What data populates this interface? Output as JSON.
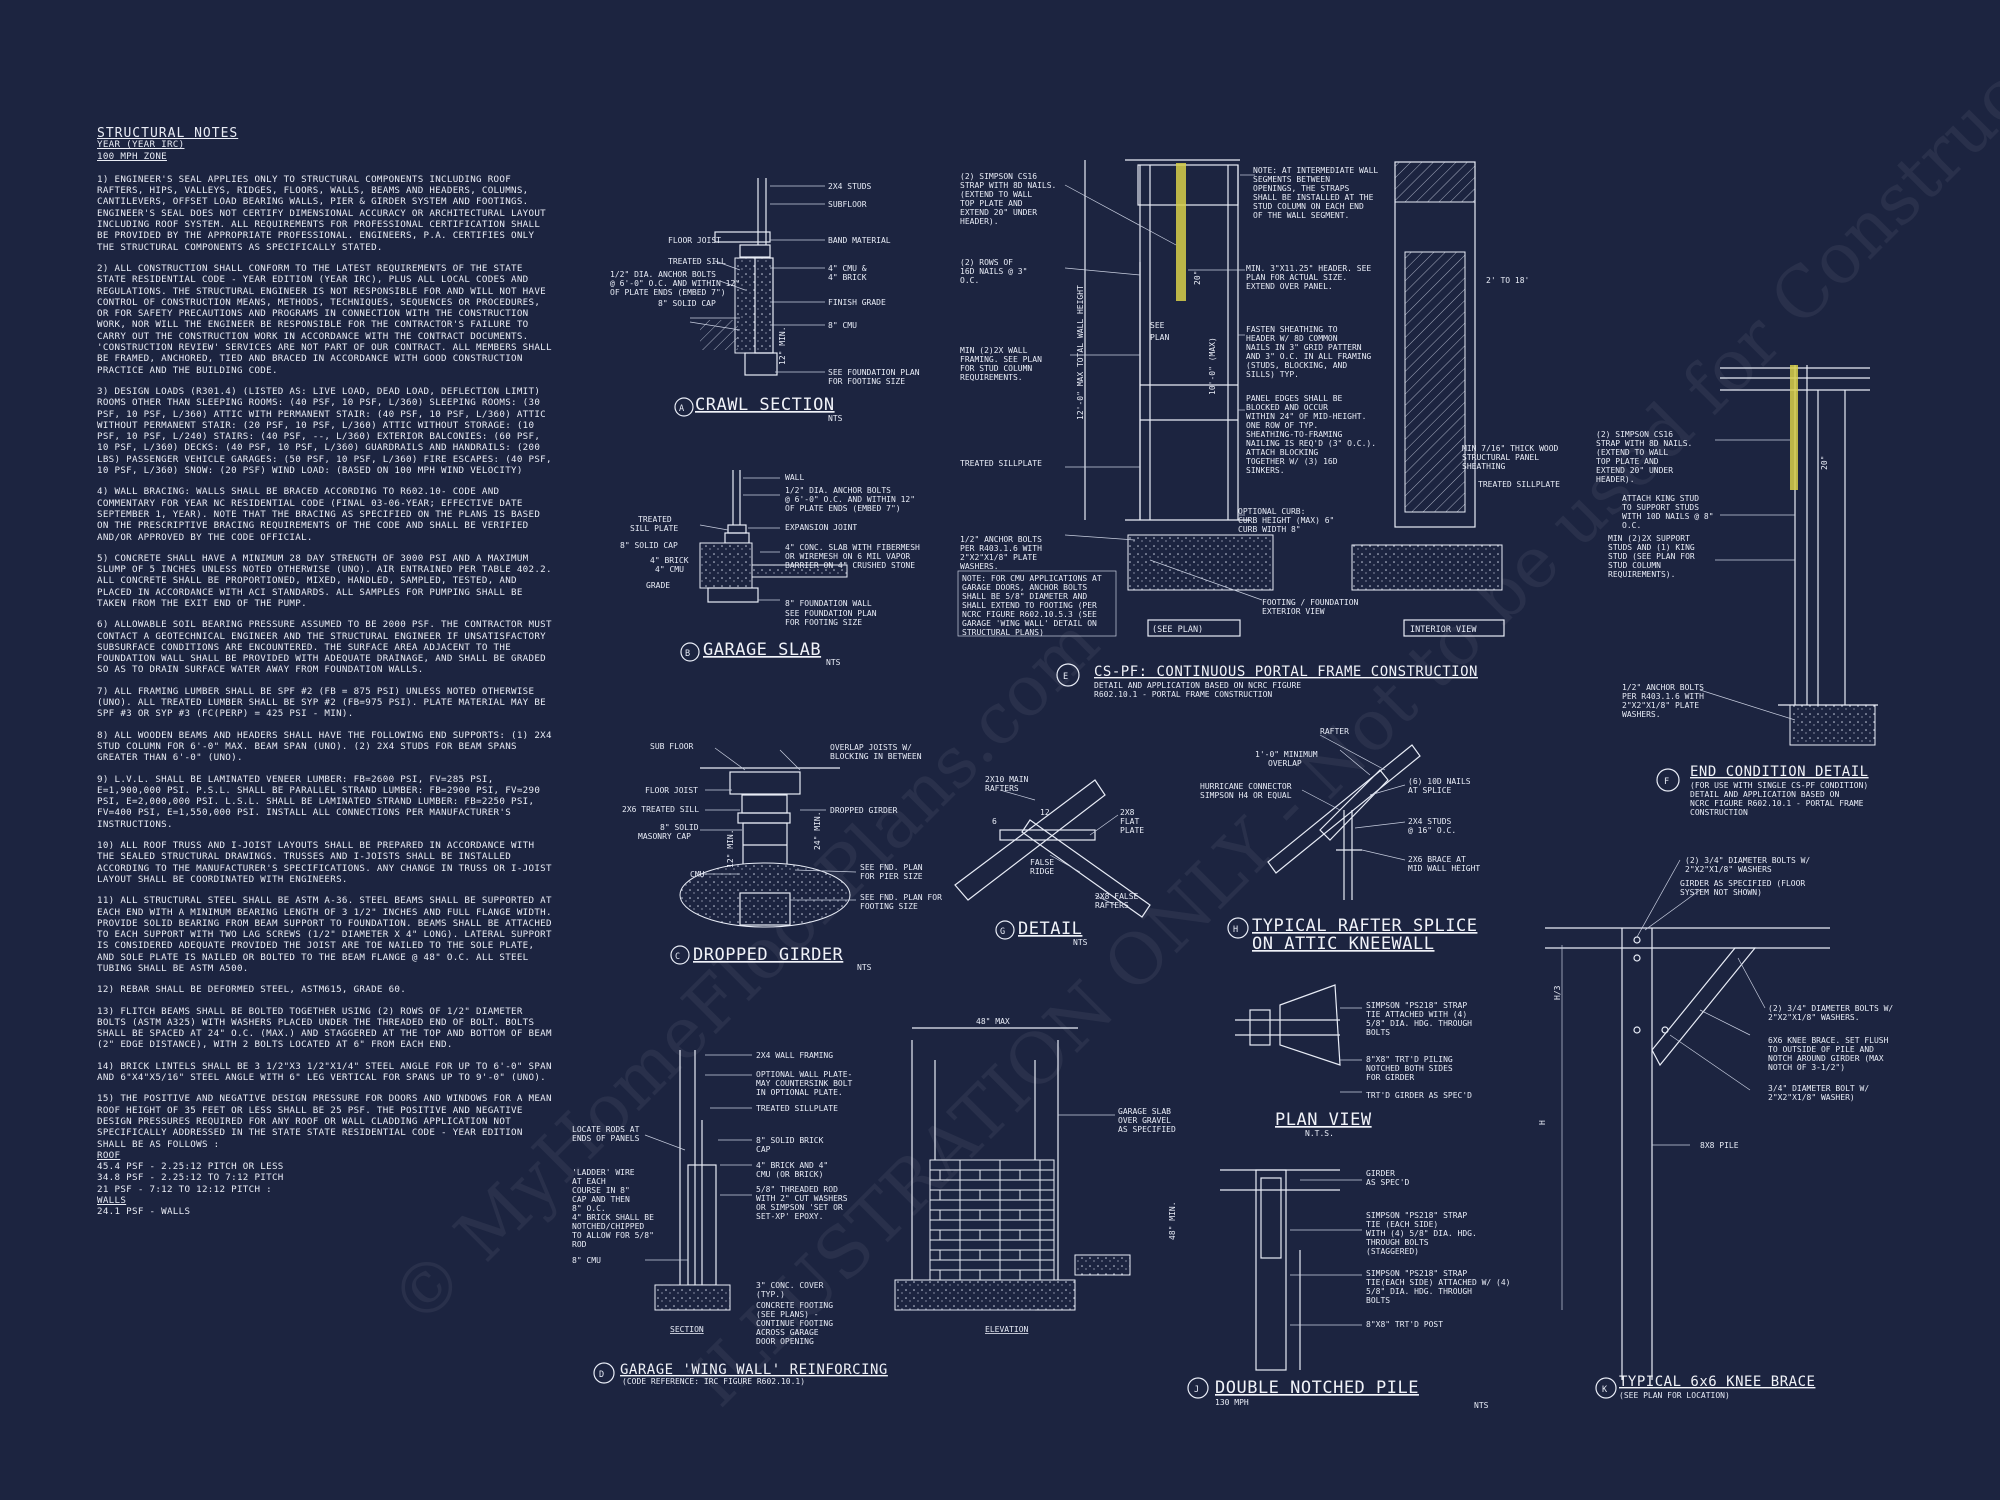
{
  "notes": {
    "title": "STRUCTURAL NOTES",
    "sub1": "YEAR (YEAR IRC)",
    "sub2": "100 mph ZONE",
    "paragraphs": [
      "1) ENGINEER'S SEAL APPLIES ONLY TO STRUCTURAL COMPONENTS INCLUDING ROOF RAFTERS, HIPS, VALLEYS, RIDGES, FLOORS, WALLS, BEAMS AND HEADERS, COLUMNS, CANTILEVERS, OFFSET LOAD BEARING WALLS, PIER & GIRDER SYSTEM AND FOOTINGS. ENGINEER'S SEAL DOES NOT CERTIFY DIMENSIONAL ACCURACY OR ARCHITECTURAL LAYOUT INCLUDING ROOF SYSTEM. ALL REQUIREMENTS FOR PROFESSIONAL CERTIFICATION SHALL BE PROVIDED BY THE APPROPRIATE PROFESSIONAL. ENGINEERS, P.A. CERTIFIES ONLY THE STRUCTURAL COMPONENTS AS SPECIFICALLY STATED.",
      "2) ALL CONSTRUCTION SHALL CONFORM TO THE LATEST REQUIREMENTS OF THE STATE STATE RESIDENTIAL CODE - YEAR EDITION (YEAR IRC), PLUS ALL LOCAL CODES AND REGULATIONS. THE STRUCTURAL ENGINEER IS NOT RESPONSIBLE FOR AND WILL NOT HAVE CONTROL OF CONSTRUCTION MEANS, METHODS, TECHNIQUES, SEQUENCES OR PROCEDURES, OR FOR SAFETY PRECAUTIONS AND PROGRAMS IN CONNECTION WITH THE CONSTRUCTION WORK, NOR WILL THE ENGINEER BE RESPONSIBLE FOR THE CONTRACTOR'S FAILURE TO CARRY OUT THE CONSTRUCTION WORK IN ACCORDANCE WITH THE CONTRACT DOCUMENTS. 'CONSTRUCTION REVIEW' SERVICES ARE NOT PART OF OUR CONTRACT. ALL MEMBERS SHALL BE FRAMED, ANCHORED, TIED AND BRACED IN ACCORDANCE WITH GOOD CONSTRUCTION PRACTICE AND THE BUILDING CODE.",
      "3) DESIGN LOADS (R301.4) (LISTED AS: LIVE LOAD, DEAD LOAD, DEFLECTION LIMIT) ROOMS OTHER THAN SLEEPING ROOMS: (40 PSF, 10 PSF, L/360) SLEEPING ROOMS: (30 PSF, 10 PSF, L/360) ATTIC WITH PERMANENT STAIR: (40 PSF, 10 PSF, L/360) ATTIC WITHOUT PERMANENT STAIR: (20 PSF, 10 PSF, L/360) ATTIC WITHOUT STORAGE: (10 PSF, 10 PSF, L/240) STAIRS: (40 PSF, --, L/360) EXTERIOR BALCONIES: (60 PSF, 10 PSF, L/360) DECKS: (40 PSF, 10 PSF, L/360) GUARDRAILS AND HANDRAILS: (200 LBS) PASSENGER VEHICLE GARAGES: (50 PSF, 10 PSF, L/360) FIRE ESCAPES: (40 PSF, 10 PSF, L/360) SNOW: (20 PSF) WIND LOAD: (BASED ON 100 MPH WIND VELOCITY)",
      "4) WALL BRACING: WALLS SHALL BE BRACED ACCORDING TO R602.10- CODE AND COMMENTARY FOR YEAR NC RESIDENTIAL CODE (FINAL 03-06-YEAR; EFFECTIVE DATE SEPTEMBER 1, YEAR). NOTE THAT THE BRACING AS SPECIFIED ON THE PLANS IS BASED ON THE PRESCRIPTIVE BRACING REQUIREMENTS OF THE CODE AND SHALL BE VERIFIED AND/OR APPROVED BY THE CODE OFFICIAL.",
      "5) CONCRETE SHALL HAVE A MINIMUM 28 DAY STRENGTH OF 3000 PSI AND A MAXIMUM SLUMP OF 5 INCHES UNLESS NOTED OTHERWISE (UNO). AIR ENTRAINED PER TABLE 402.2. ALL CONCRETE SHALL BE PROPORTIONED, MIXED, HANDLED, SAMPLED, TESTED, AND PLACED IN ACCORDANCE WITH ACI STANDARDS. ALL SAMPLES FOR PUMPING SHALL BE TAKEN FROM THE EXIT END OF THE PUMP.",
      "6) ALLOWABLE SOIL BEARING PRESSURE ASSUMED TO BE 2000 PSF. THE CONTRACTOR MUST CONTACT A GEOTECHNICAL ENGINEER AND THE STRUCTURAL ENGINEER IF UNSATISFACTORY SUBSURFACE CONDITIONS ARE ENCOUNTERED. THE SURFACE AREA ADJACENT TO THE FOUNDATION WALL SHALL BE PROVIDED WITH ADEQUATE DRAINAGE, AND SHALL BE GRADED SO AS TO DRAIN SURFACE WATER AWAY FROM FOUNDATION WALLS.",
      "7) ALL FRAMING LUMBER SHALL BE SPF #2 (Fb = 875 PSI) UNLESS NOTED OTHERWISE (UNO). ALL TREATED LUMBER SHALL BE SYP #2 (Fb=975 PSI). PLATE MATERIAL MAY BE SPF #3 OR SYP #3 (Fc(perp) = 425 PSI - MIN).",
      "8) ALL WOODEN BEAMS AND HEADERS SHALL HAVE THE FOLLOWING END SUPPORTS: (1) 2x4 STUD COLUMN FOR 6'-0\" MAX. BEAM SPAN (UNO). (2) 2X4 STUDS FOR BEAM SPANS GREATER THAN 6'-0\" (UNO).",
      "9) L.V.L. SHALL BE LAMINATED VENEER LUMBER: Fb=2600 PSI, Fv=285 PSI, E=1,900,000 PSI. P.S.L. SHALL BE PARALLEL STRAND LUMBER: Fb=2900 PSI, Fv=290 PSI, E=2,000,000 PSI. L.S.L. SHALL BE LAMINATED STRAND LUMBER: Fb=2250 PSI, Fv=400 PSI, E=1,550,000 PSI. INSTALL ALL CONNECTIONS PER MANUFACTURER'S INSTRUCTIONS.",
      "10) ALL ROOF TRUSS AND I-JOIST LAYOUTS SHALL BE PREPARED IN ACCORDANCE WITH THE SEALED STRUCTURAL DRAWINGS. TRUSSES AND I-JOISTS SHALL BE INSTALLED ACCORDING TO THE MANUFACTURER'S SPECIFICATIONS. ANY CHANGE IN TRUSS OR I-JOIST LAYOUT SHALL BE COORDINATED WITH ENGINEERS.",
      "11) ALL STRUCTURAL STEEL SHALL BE ASTM A-36. STEEL BEAMS SHALL BE SUPPORTED AT EACH END WITH A MINIMUM BEARING LENGTH OF 3 1/2\" INCHES AND FULL FLANGE WIDTH. PROVIDE SOLID BEARING FROM BEAM SUPPORT TO FOUNDATION. BEAMS SHALL BE ATTACHED TO EACH SUPPORT WITH TWO LAG SCREWS (1/2\" DIAMETER x 4\" LONG). LATERAL SUPPORT IS CONSIDERED ADEQUATE PROVIDED THE JOIST ARE TOE NAILED TO THE SOLE PLATE, AND SOLE PLATE IS NAILED OR BOLTED TO THE BEAM FLANGE @ 48\" O.C. ALL STEEL TUBING SHALL BE ASTM A500.",
      "12) REBAR SHALL BE DEFORMED STEEL, ASTM615, GRADE 60.",
      "13) FLITCH BEAMS SHALL BE BOLTED TOGETHER USING (2) ROWS OF 1/2\" DIAMETER BOLTS (ASTM A325) WITH WASHERS PLACED UNDER THE THREADED END OF BOLT. BOLTS SHALL BE SPACED AT 24\" O.C. (MAX.) AND STAGGERED AT THE TOP AND BOTTOM OF BEAM (2\" EDGE DISTANCE), WITH 2 BOLTS LOCATED AT 6\" FROM EACH END.",
      "14) BRICK LINTELS SHALL BE 3 1/2\"x3 1/2\"x1/4\" STEEL ANGLE FOR UP TO 6'-0\" SPAN AND 6\"x4\"x5/16\" STEEL ANGLE WITH 6\" LEG VERTICAL FOR SPANS UP TO 9'-0\" (UNO).",
      "15) THE POSITIVE AND NEGATIVE DESIGN PRESSURE FOR DOORS AND WINDOWS FOR A MEAN ROOF HEIGHT OF 35 FEET OR LESS SHALL BE 25 PSF. THE POSITIVE AND NEGATIVE DESIGN PRESSURES REQUIRED FOR ANY ROOF OR WALL CLADDING APPLICATION NOT SPECIFICALLY ADDRESSED IN THE STATE STATE RESIDENTIAL CODE - YEAR EDITION SHALL BE AS FOLLOWS :"
    ],
    "roof_label": "ROOF",
    "roof_lines": [
      "45.4 PSF - 2.25:12 PITCH OR LESS",
      "34.8 PSF - 2.25:12 TO 7:12 PITCH",
      "21 PSF - 7:12 TO 12:12 PITCH :"
    ],
    "walls_label": "WALLS",
    "walls_lines": [
      "24.1 PSF - WALLS"
    ]
  },
  "details": {
    "A": {
      "letter": "A",
      "title": "CRAWL SECTION",
      "scale": "NTS",
      "labels": [
        "2x4 STUDS",
        "SUBFLOOR",
        "FLOOR JOIST",
        "BAND MATERIAL",
        "TREATED SILL",
        "1/2\" DIA. ANCHOR BOLTS",
        "@ 6'-0\" O.C. AND WITHIN 12\"",
        "OF PLATE ENDS (EMBED 7\")",
        "4\" CMU &",
        "4\" BRICK",
        "8\" SOLID CAP",
        "FINISH GRADE",
        "8\" CMU",
        "12\" MIN.",
        "SEE FOUNDATION PLAN",
        "FOR FOOTING SIZE"
      ]
    },
    "B": {
      "letter": "B",
      "title": "GARAGE SLAB",
      "scale": "NTS",
      "labels": [
        "WALL",
        "1/2\" DIA. ANCHOR BOLTS",
        "@ 6'-0\" O.C. AND WITHIN 12\"",
        "OF PLATE ENDS (EMBED 7\")",
        "TREATED",
        "SILL PLATE",
        "EXPANSION JOINT",
        "8\" SOLID CAP",
        "4\" CONC. SLAB WITH FIBERMESH",
        "OR WIREMESH ON 6 MIL VAPOR",
        "BARRIER ON 4\" CRUSHED STONE",
        "4\" BRICK",
        "4\" CMU",
        "GRADE",
        "8\" FOUNDATION WALL",
        "SEE FOUNDATION PLAN",
        "FOR FOOTING SIZE"
      ]
    },
    "C": {
      "letter": "C",
      "title": "DROPPED GIRDER",
      "scale": "NTS",
      "labels": [
        "SUB FLOOR",
        "OVERLAP JOISTS W/",
        "BLOCKING IN BETWEEN",
        "FLOOR JOIST",
        "2x6 TREATED SILL",
        "DROPPED GIRDER",
        "8\" SOLID",
        "MASONRY CAP",
        "24\" MIN.",
        "12\" MIN.",
        "CMU",
        "SEE FND. PLAN",
        "FOR PIER SIZE",
        "SEE FND. PLAN FOR",
        "FOOTING SIZE"
      ]
    },
    "D": {
      "letter": "D",
      "title": "GARAGE 'WING WALL' REINFORCING",
      "sub": "(CODE REFERENCE: IRC FIGURE R602.10.1)",
      "labels": [
        "2x4 WALL FRAMING",
        "48\" MAX",
        "OPTIONAL WALL PLATE-",
        "MAY COUNTERSINK BOLT",
        "IN OPTIONAL PLATE.",
        "TREATED SILLPLATE",
        "GARAGE SLAB",
        "OVER GRAVEL",
        "AS SPECIFIED",
        "LOCATE RODS AT",
        "ENDS OF PANELS",
        "8\" SOLID BRICK",
        "CAP",
        "4\" BRICK AND 4\"",
        "CMU (OR BRICK)",
        "'LADDER' WIRE",
        "AT EACH",
        "COURSE IN 8\"",
        "CAP AND THEN",
        "8\" O.C.",
        "5/8\" THREADED ROD",
        "WITH 2\" CUT WASHERS",
        "OR SIMPSON 'SET OR",
        "SET-XP' EPOXY.",
        "4\" BRICK SHALL BE",
        "NOTCHED/CHIPPED",
        "TO ALLOW FOR 5/8\"",
        "ROD",
        "8\" CMU",
        "48\" MIN.",
        "3\" CONC. COVER",
        "(TYP.)",
        "CONCRETE FOOTING",
        "(SEE PLANS) -",
        "CONTINUE FOOTING",
        "ACROSS GARAGE",
        "DOOR OPENING",
        "SECTION",
        "ELEVATION"
      ]
    },
    "E": {
      "letter": "E",
      "title": "CS-PF: CONTINUOUS PORTAL FRAME CONSTRUCTION",
      "sub1": "DETAIL AND APPLICATION BASED ON NCRC FIGURE",
      "sub2": "R602.10.1 - PORTAL FRAME CONSTRUCTION",
      "labels": [
        "(2) SIMPSON CS16",
        "STRAP WITH 8d NAILS.",
        "(EXTEND TO WALL",
        "TOP PLATE AND",
        "EXTEND 20\" UNDER",
        "HEADER).",
        "(2) ROWS OF",
        "16d NAILS @ 3\"",
        "O.C.",
        "MIN (2)2X WALL",
        "FRAMING. SEE PLAN",
        "FOR STUD COLUMN",
        "REQUIREMENTS.",
        "TREATED SILLPLATE",
        "1/2\" ANCHOR BOLTS",
        "PER R403.1.6 WITH",
        "2\"x2\"x1/8\" PLATE",
        "WASHERS.",
        "NOTE: FOR CMU APPLICATIONS AT",
        "GARAGE DOORS, ANCHOR BOLTS",
        "SHALL BE 5/8\" DIAMETER AND",
        "SHALL EXTEND TO FOOTING (PER",
        "NCRC FIGURE R602.10.5.3 (SEE",
        "GARAGE 'WING WALL' DETAIL ON",
        "STRUCTURAL PLANS)",
        "12'-0\" MAX TOTAL WALL HEIGHT",
        "10'-0\" (MAX)",
        "SEE",
        "PLAN",
        "20\"",
        "NOTE: AT INTERMEDIATE WALL",
        "SEGMENTS BETWEEN",
        "OPENINGS, THE STRAPS",
        "SHALL BE INSTALLED AT THE",
        "STUD COLUMN ON EACH END",
        "OF THE WALL SEGMENT.",
        "MIN. 3\"x11.25\" HEADER. SEE",
        "PLAN FOR ACTUAL SIZE.",
        "EXTEND OVER PANEL.",
        "2' TO 18'",
        "FASTEN SHEATHING TO",
        "HEADER W/ 8d COMMON",
        "NAILS IN 3\" GRID PATTERN",
        "AND 3\" O.C. IN ALL FRAMING",
        "(STUDS, BLOCKING, AND",
        "SILLS) TYP.",
        "PANEL EDGES SHALL BE",
        "BLOCKED AND OCCUR",
        "WITHIN 24\" OF MID-HEIGHT.",
        "ONE ROW OF TYP.",
        "SHEATHING-TO-FRAMING",
        "NAILING IS REQ'D (3\" O.C.).",
        "ATTACH BLOCKING",
        "TOGETHER W/ (3) 16d",
        "SINKERS.",
        "MIN 7/16\" THICK WOOD",
        "STRUCTURAL PANEL",
        "SHEATHING",
        "TREATED SILLPLATE",
        "OPTIONAL CURB:",
        "CURB HEIGHT (MAX) 6\"",
        "CURB WIDTH 8\"",
        "FOOTING / FOUNDATION",
        "(SEE PLAN)",
        "INTERIOR VIEW",
        "EXTERIOR VIEW"
      ]
    },
    "F": {
      "letter": "F",
      "title": "END CONDITION DETAIL",
      "sub": [
        "(FOR USE WITH SINGLE CS-PF CONDITION)",
        "DETAIL AND APPLICATION BASED ON",
        "NCRC FIGURE R602.10.1 - PORTAL FRAME",
        "CONSTRUCTION"
      ],
      "labels": [
        "(2) SIMPSON CS16",
        "STRAP WITH 8d NAILS.",
        "(EXTEND TO WALL",
        "TOP PLATE AND",
        "EXTEND 20\" UNDER",
        "HEADER).",
        "ATTACH KING STUD",
        "TO SUPPORT STUDS",
        "WITH 10d NAILS @ 8\"",
        "O.C.",
        "MIN (2)2X SUPPORT",
        "STUDS AND (1) KING",
        "STUD (SEE PLAN FOR",
        "STUD COLUMN",
        "REQUIREMENTS).",
        "20\"",
        "1/2\" ANCHOR BOLTS",
        "PER R403.1.6 WITH",
        "2\"x2\"x1/8\" PLATE",
        "WASHERS."
      ]
    },
    "G": {
      "letter": "G",
      "title": "DETAIL",
      "scale": "NTS",
      "labels": [
        "2x10 MAIN",
        "RAFTERS",
        "12",
        "6",
        "2x8",
        "FLAT",
        "PLATE",
        "FALSE",
        "RIDGE",
        "2x8 FALSE",
        "RAFTERS"
      ]
    },
    "H": {
      "letter": "H",
      "title": "TYPICAL RAFTER SPLICE",
      "title2": "ON ATTIC KNEEWALL",
      "labels": [
        "RAFTER",
        "1'-0\" MINIMUM",
        "OVERLAP",
        "HURRICANE CONNECTOR",
        "SIMPSON H4 OR EQUAL",
        "(6) 10d NAILS",
        "AT SPLICE",
        "2x4 STUDS",
        "@ 16\" O.C.",
        "2x6 BRACE AT",
        "MID WALL HEIGHT"
      ]
    },
    "J": {
      "letter": "J",
      "title": "DOUBLE NOTCHED PILE",
      "sub": "130 MPH",
      "scale": "NTS",
      "plan_title": "PLAN VIEW",
      "plan_scale": "N.T.S.",
      "labels": [
        "SIMPSON \"PS218\" STRAP",
        "TIE ATTACHED WITH (4)",
        "5/8\" DIA. HDG. THROUGH",
        "BOLTS",
        "8\"x8\" TRT'D PILING",
        "NOTCHED BOTH SIDES",
        "FOR GIRDER",
        "TRT'D GIRDER AS SPEC'D",
        "GIRDER",
        "AS SPEC'D",
        "SIMPSON \"PS218\" STRAP",
        "TIE (EACH SIDE)",
        "WITH (4) 5/8\" DIA. HDG.",
        "THROUGH BOLTS",
        "(STAGGERED)",
        "SIMPSON \"PS218\" STRAP",
        "TIE(EACH SIDE) ATTACHED w/ (4)",
        "5/8\" DIA. HDG. THROUGH",
        "BOLTS",
        "8\"x8\" TRT'D POST"
      ]
    },
    "K": {
      "letter": "K",
      "title": "TYPICAL 6x6 KNEE BRACE",
      "sub": "(SEE PLAN FOR LOCATION)",
      "labels": [
        "(2) 3/4\" DIAMETER BOLTS w/",
        "2\"x2\"x1/8\" WASHERS",
        "GIRDER AS SPECIFIED (FLOOR",
        "SYSTEM NOT SHOWN)",
        "(2) 3/4\" DIAMETER BOLTS w/",
        "2\"x2\"x1/8\" WASHERS.",
        "6x6 KNEE BRACE. SET FLUSH",
        "TO OUTSIDE OF PILE AND",
        "NOTCH AROUND GIRDER (MAX",
        "NOTCH OF 3-1/2\")",
        "3/4\" DIAMETER BOLT w/",
        "2\"x2\"x1/8\" WASHER)",
        "8x8 PILE",
        "H/3",
        "H"
      ]
    }
  },
  "watermark": [
    "© MyHomeFloorPlans.com",
    "ILLUSTRATION ONLY - Not to be used for Construction"
  ],
  "colors": {
    "background": "#1c2440",
    "ink": "#e8ecf6",
    "strap": "#d8d04a"
  }
}
